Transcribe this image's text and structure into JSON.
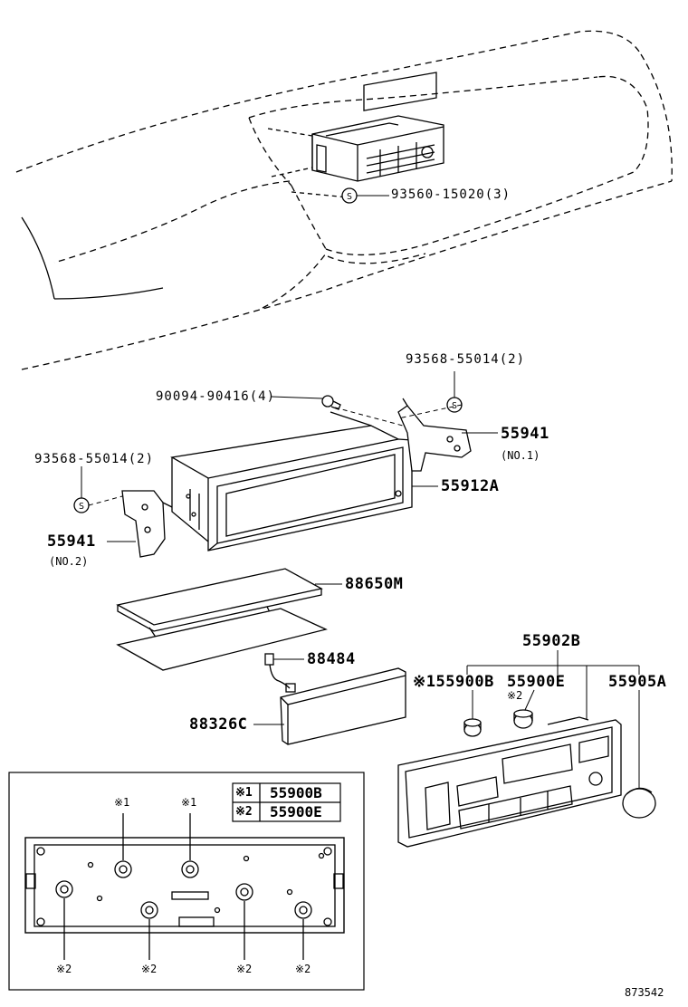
{
  "labels": {
    "radio_screw": "93560-15020(3)",
    "bolt_top": "93568-55014(2)",
    "screw": "90094-90416(4)",
    "bracket_no1": "55941",
    "bracket_no1_sub": "(NO.1)",
    "bolt_left": "93568-55014(2)",
    "box": "55912A",
    "bracket_no2": "55941",
    "bracket_no2_sub": "(NO.2)",
    "pocket": "88650M",
    "bulb": "88484",
    "cover": "88326C",
    "control": "55902B",
    "knob_b": "※155900B",
    "knob_e": "55900E",
    "knob_e_mark": "※2",
    "knob_a": "55905A",
    "figure_id": "873542"
  },
  "inset": {
    "legend": [
      {
        "mark": "※1",
        "part": "55900B"
      },
      {
        "mark": "※2",
        "part": "55900E"
      }
    ],
    "top_marks": [
      "※1",
      "※1"
    ],
    "bottom_marks": [
      "※2",
      "※2",
      "※2",
      "※2"
    ]
  },
  "symbols": {
    "s_marker": "S"
  }
}
